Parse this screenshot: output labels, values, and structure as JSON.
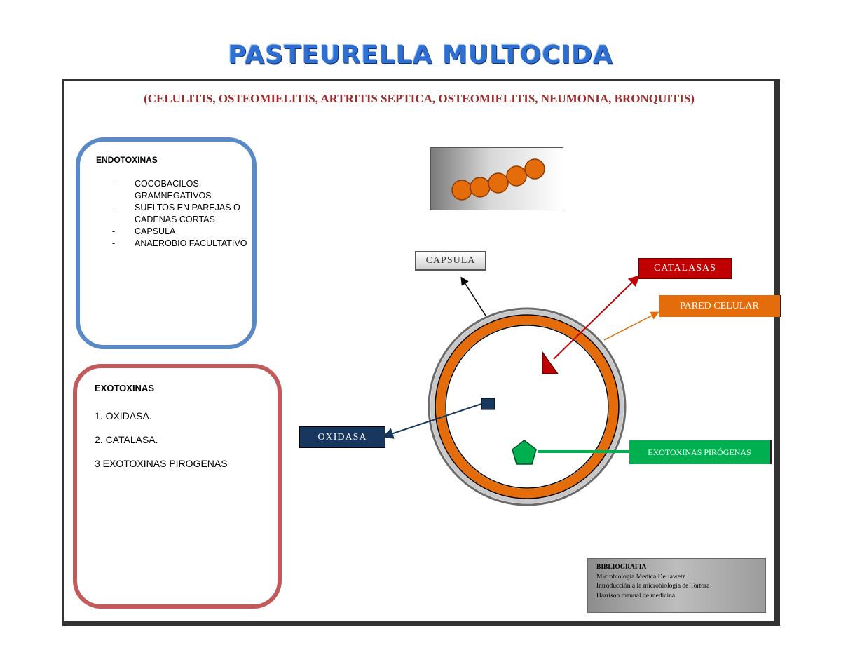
{
  "title": "PASTEURELLA MULTOCIDA",
  "subtitle": "(CELULITIS, OSTEOMIELITIS, ARTRITIS SEPTICA, OSTEOMIELITIS, NEUMONIA, BRONQUITIS)",
  "endotoxinas": {
    "heading": "ENDOTOXINAS",
    "items": [
      "COCOBACILOS GRAMNEGATIVOS",
      "SUELTOS EN PAREJAS O CADENAS CORTAS",
      "CAPSULA",
      "ANAEROBIO FACULTATIVO"
    ]
  },
  "exotoxinas": {
    "heading": "EXOTOXINAS",
    "items": [
      "1. OXIDASA.",
      "2. CATALASA.",
      "3 EXOTOXINAS PIROGENAS"
    ]
  },
  "labels": {
    "capsula": "CAPSULA",
    "catalasas": "CATALASAS",
    "pared_celular": "PARED CELULAR",
    "oxidasa": "OXIDASA",
    "exotoxinas_pirogenas": "EXOTOXINAS PIRÓGENAS"
  },
  "bibliografia": {
    "heading": "BIBLIOGRAFIA",
    "items": [
      "Microbiología Medica De Jawetz",
      "Introducción a la microbiología de Tortora",
      "Harrison manual de medicina"
    ]
  },
  "colors": {
    "title": "#2e6fd1",
    "subtitle": "#9b2c2c",
    "endotoxinas_border": "#5a89c8",
    "exotoxinas_border": "#c25a5a",
    "cell_wall": "#e46c0a",
    "catalasas": "#c00000",
    "oxidasa": "#17375e",
    "exotoxinas_pirogenas": "#00b050"
  },
  "icons": {
    "bacilli": "chain-of-cocci-icon",
    "catalase": "red-triangle-icon",
    "oxidase": "navy-square-icon",
    "exotoxin": "green-pentagon-icon"
  }
}
